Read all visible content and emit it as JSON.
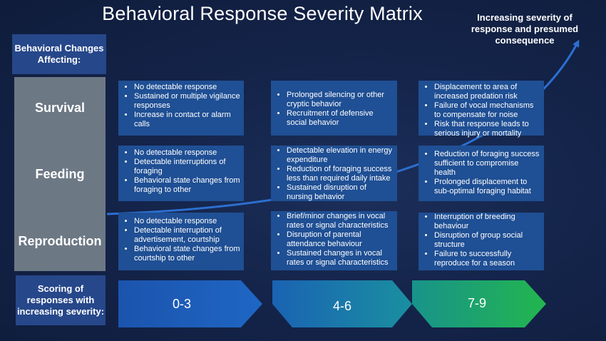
{
  "title": "Behavioral Response Severity Matrix",
  "corner_note": "Increasing severity of response and presumed consequence",
  "header": "Behavioral Changes Affecting:",
  "rows": [
    {
      "label": "Survival"
    },
    {
      "label": "Feeding"
    },
    {
      "label": "Reproduction"
    }
  ],
  "cells": {
    "survival": [
      [
        "No detectable response",
        "Sustained or multiple vigilance responses",
        "Increase in contact or alarm calls"
      ],
      [
        "Prolonged silencing or other cryptic behavior",
        "Recruitment of defensive social behavior"
      ],
      [
        "Displacement to area of increased predation risk",
        "Failure of vocal mechanisms to compensate for noise",
        "Risk that response leads to serious injury or mortality"
      ]
    ],
    "feeding": [
      [
        "No detectable response",
        "Detectable interruptions of foraging",
        "Behavioral state changes from foraging to other"
      ],
      [
        "Detectable elevation in energy expenditure",
        "Reduction of foraging success less than required daily intake",
        "Sustained disruption of nursing behavior"
      ],
      [
        "Reduction of foraging success sufficient to compromise health",
        "Prolonged displacement to sub-optimal foraging habitat"
      ]
    ],
    "reproduction": [
      [
        "No detectable response",
        "Detectable interruption of advertisement, courtship",
        "Behavioral state changes from courtship to other"
      ],
      [
        "Brief/minor changes in vocal rates or signal characteristics",
        "Disruption of parental attendance behaviour",
        "Sustained changes in vocal rates or signal characteristics"
      ],
      [
        "Interruption of breeding behaviour",
        "Disruption of group social structure",
        "Failure to successfully reproduce for a season"
      ]
    ]
  },
  "scoring_label": "Scoring of responses with increasing severity:",
  "scores": [
    "0-3",
    "4-6",
    "7-9"
  ],
  "colors": {
    "background": "#14244a",
    "header_blue": "#26478a",
    "cell_blue": "#1f4f94",
    "gray_column": "#6d7885",
    "arrow_blue": "#2c6fd0",
    "chevron_1": "#1d5fb8",
    "chevron_2": "#1a7fa6",
    "chevron_3": "#1fa855"
  }
}
